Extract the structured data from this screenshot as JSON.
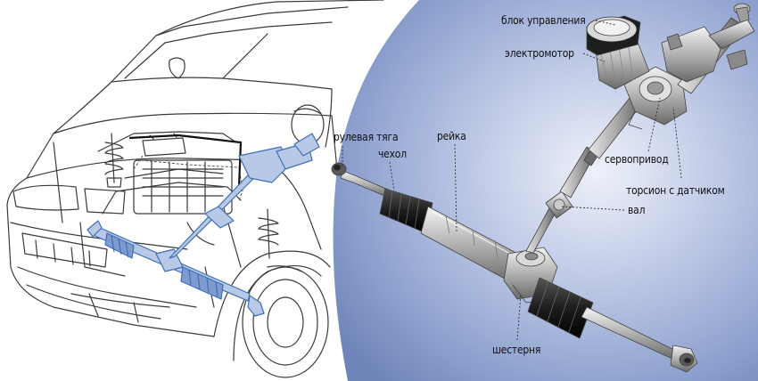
{
  "diagram": {
    "labels": {
      "control_unit": "блок управления",
      "electric_motor": "электромотор",
      "tie_rod": "рулевая тяга",
      "rack": "рейка",
      "boot": "чехол",
      "servo_drive": "сервопривод",
      "torsion_sensor": "торсион с датчиком",
      "shaft": "вал",
      "pinion": "шестерня"
    },
    "colors": {
      "background_blue": "#7a8fc0",
      "car_line": "#3a3a3a",
      "steering_highlight": "#3f6fb5"
    }
  }
}
